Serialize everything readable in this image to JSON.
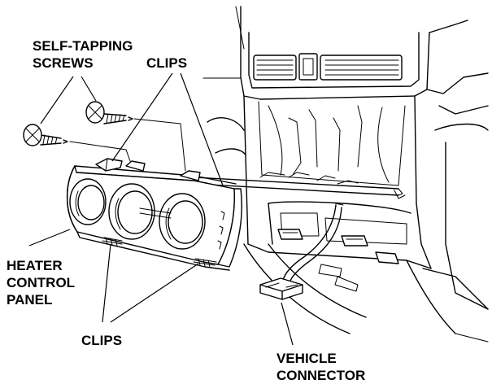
{
  "labels": {
    "screws_line1": "SELF-TAPPING",
    "screws_line2": "SCREWS",
    "clips_top": "CLIPS",
    "panel_line1": "HEATER",
    "panel_line2": "CONTROL",
    "panel_line3": "PANEL",
    "clips_bottom": "CLIPS",
    "connector_line1": "VEHICLE",
    "connector_line2": "CONNECTOR"
  }
}
